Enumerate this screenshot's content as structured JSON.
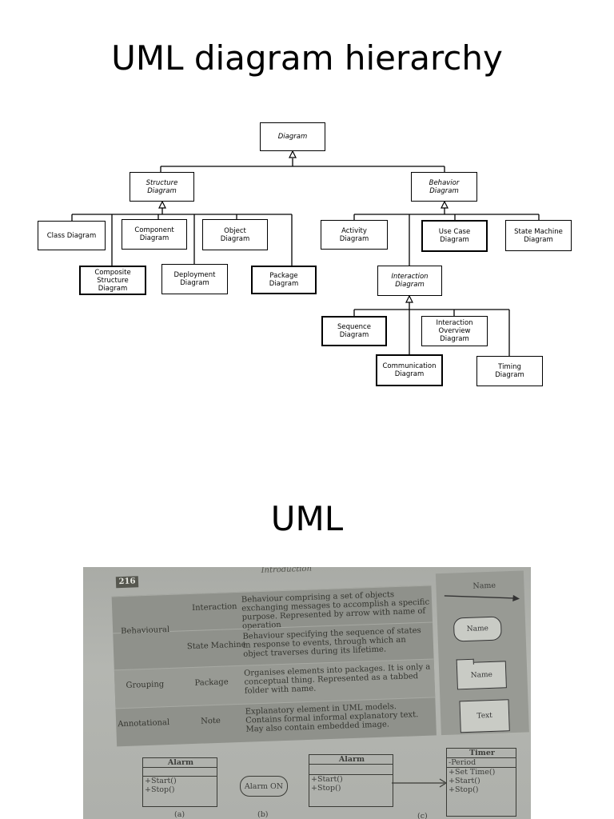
{
  "titles": {
    "hierarchy": "UML diagram hierarchy",
    "second": "UML"
  },
  "hierarchy": {
    "root": "Diagram",
    "structure": "Structure\nDiagram",
    "behavior": "Behavior\nDiagram",
    "class": "Class Diagram",
    "component": "Component\nDiagram",
    "object": "Object\nDiagram",
    "composite": "Composite\nStructure\nDiagram",
    "deployment": "Deployment\nDiagram",
    "package": "Package\nDiagram",
    "activity": "Activity\nDiagram",
    "usecase": "Use Case\nDiagram",
    "statemachine": "State Machine\nDiagram",
    "interaction": "Interaction\nDiagram",
    "sequence": "Sequence\nDiagram",
    "overview": "Interaction\nOverview\nDiagram",
    "communication": "Communication\nDiagram",
    "timing": "Timing\nDiagram"
  },
  "photo": {
    "page_number": "216",
    "running_head": "Introduction",
    "rows": [
      {
        "category": "Behavioural",
        "name": "Interaction",
        "desc": "Behaviour comprising a set of objects exchanging messages to accomplish a specific purpose. Represented by arrow with name of operation",
        "shape": "Name"
      },
      {
        "category": "",
        "name": "State Machine",
        "desc": "Behaviour specifying the sequence of states in response to events, through which an object traverses during its lifetime.",
        "shape": "Name"
      },
      {
        "category": "Grouping",
        "name": "Package",
        "desc": "Organises elements into packages. It is only a conceptual thing. Represented as a tabbed folder with name.",
        "shape": "Name"
      },
      {
        "category": "Annotational",
        "name": "Note",
        "desc": "Explanatory element in UML models. Contains formal informal explanatory text. May also contain embedded image.",
        "shape": "Text"
      }
    ],
    "figures": {
      "a_class": "Alarm",
      "a_ops": "+Start()\n+Stop()",
      "b_state": "Alarm ON",
      "c_left_class": "Alarm",
      "c_left_ops": "+Start()\n+Stop()",
      "c_right_class": "Timer",
      "c_right_attr": "-Period",
      "c_right_ops": "+Set Time()\n+Start()\n+Stop()",
      "cap_a": "(a)",
      "cap_b": "(b)",
      "cap_c": "(c)"
    }
  }
}
